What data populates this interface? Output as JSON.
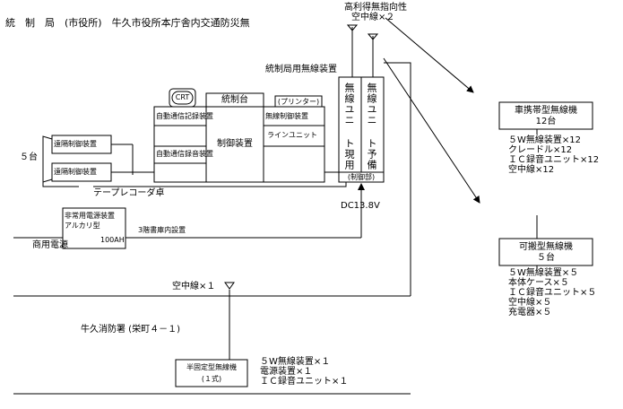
{
  "title": "統　制　局　(市役所)　牛久市役所本庁舎内交通防災無",
  "antenna_top": {
    "line1": "高利得無指向性",
    "line2": "空中線×２"
  },
  "control_room_label": "統制局用無線装置",
  "crt_label": "CRT",
  "console_label": "統制台",
  "printer_label": "(プリンター)",
  "remote_unit_top": "遠隔制御装置",
  "remote_unit_bottom": "遠隔制御装置",
  "units_5": "５台",
  "auto_log": "自動通信記録装置",
  "auto_record": "自動通信録音装置",
  "control_device": "制御装置",
  "remote_control_panel": "無線制御装置",
  "line_unit": "ラインユニット",
  "radio_unit_active": "無線ユニ ト現用",
  "radio_unit_spare": "無線ユニ ト予備",
  "control_part": "(制御部)",
  "tape_label": "テープレコーダ卓",
  "dc_label": "DC13.8V",
  "battery": {
    "line1": "非常用電源装置",
    "line2": "アルカリ型",
    "line3": "100AH"
  },
  "basement_note": "3階書庫内設置",
  "commercial_power": "商用電源",
  "handheld": {
    "title": "車携帯型無線機",
    "count": "12台",
    "specs": [
      "５W無線装置×12",
      "クレードル×12",
      "ＩＣ録音ユニット×12",
      "空中線×12"
    ]
  },
  "portable": {
    "title": "可搬型無線機",
    "count": "５台",
    "specs": [
      "５W無線装置×５",
      "本体ケース×５",
      "ＩＣ録音ユニット×５",
      "空中線×５",
      "充電器×５"
    ]
  },
  "antenna_fire": "空中線×１",
  "fire_station": "牛久消防署 (栄町４－１)",
  "semi_fixed": {
    "line1": "半固定型無線機",
    "line2": "(１式)"
  },
  "semi_specs": [
    "５W無線装置×１",
    "電源装置×１",
    "ＩＣ録音ユニット×１"
  ]
}
